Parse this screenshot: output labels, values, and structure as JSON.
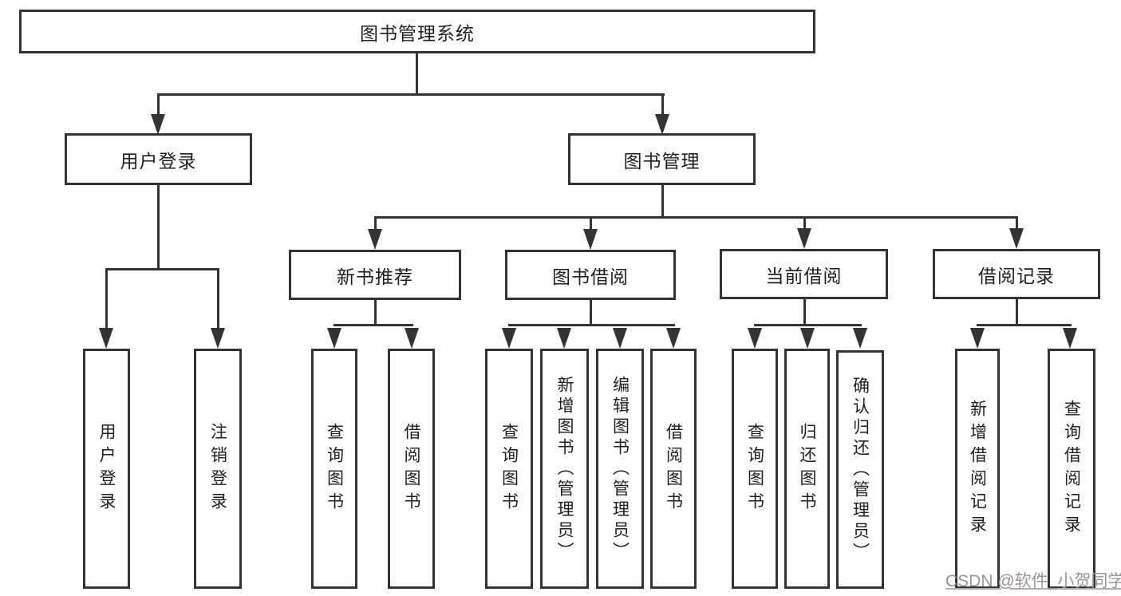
{
  "diagram_title": "图书管理系统",
  "nodes": {
    "root": "图书管理系统",
    "user_login": "用户登录",
    "book_mgmt": "图书管理",
    "login": "用户登录",
    "logout": "注销登录",
    "new_book_rec": "新书推荐",
    "book_borrow": "图书借阅",
    "current_borrow": "当前借阅",
    "borrow_records": "借阅记录",
    "nbr_query_book": "查询图书",
    "nbr_borrow_book": "借阅图书",
    "bb_query_book": "查询图书",
    "bb_add_book": "新增图书（管理员）",
    "bb_edit_book": "编辑图书（管理员）",
    "bb_borrow_book": "借阅图书",
    "cb_query_book": "查询图书",
    "cb_return_book": "归还图书",
    "cb_confirm_return": "确认归还（管理员）",
    "br_add_record": "新增借阅记录",
    "br_query_record": "查询借阅记录"
  },
  "watermark": "CSDN @软件_小贺同学",
  "colors": {
    "line": "#333333",
    "text": "#1f1f1f",
    "watermark": "#9c9494",
    "background": "#ffffff"
  }
}
